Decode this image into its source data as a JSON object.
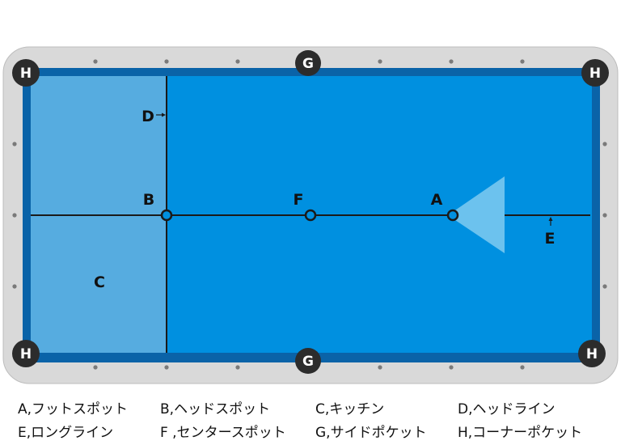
{
  "colors": {
    "rail": "#d9d9d9",
    "rail_edge": "#bdbdbd",
    "cushion": "#0a63a8",
    "cloth": "#0090e0",
    "kitchen": "#56ace0",
    "rack": "#6cc2ee",
    "line": "#1a1a1a",
    "pocket": "#2c2c2c",
    "diamond": "#7a7a7a"
  },
  "pockets": {
    "corner_label": "H",
    "side_label": "G"
  },
  "markers": {
    "a": "A",
    "b": "B",
    "c": "C",
    "d": "D",
    "e": "E",
    "f": "F"
  },
  "legend": [
    [
      "A,フットスポット",
      "B,ヘッドスポット",
      "C,キッチン",
      "D,ヘッドライン"
    ],
    [
      "E,ロングライン",
      "F ,センタースポット",
      "G,サイドポケット",
      "H,コーナーポケット"
    ]
  ]
}
